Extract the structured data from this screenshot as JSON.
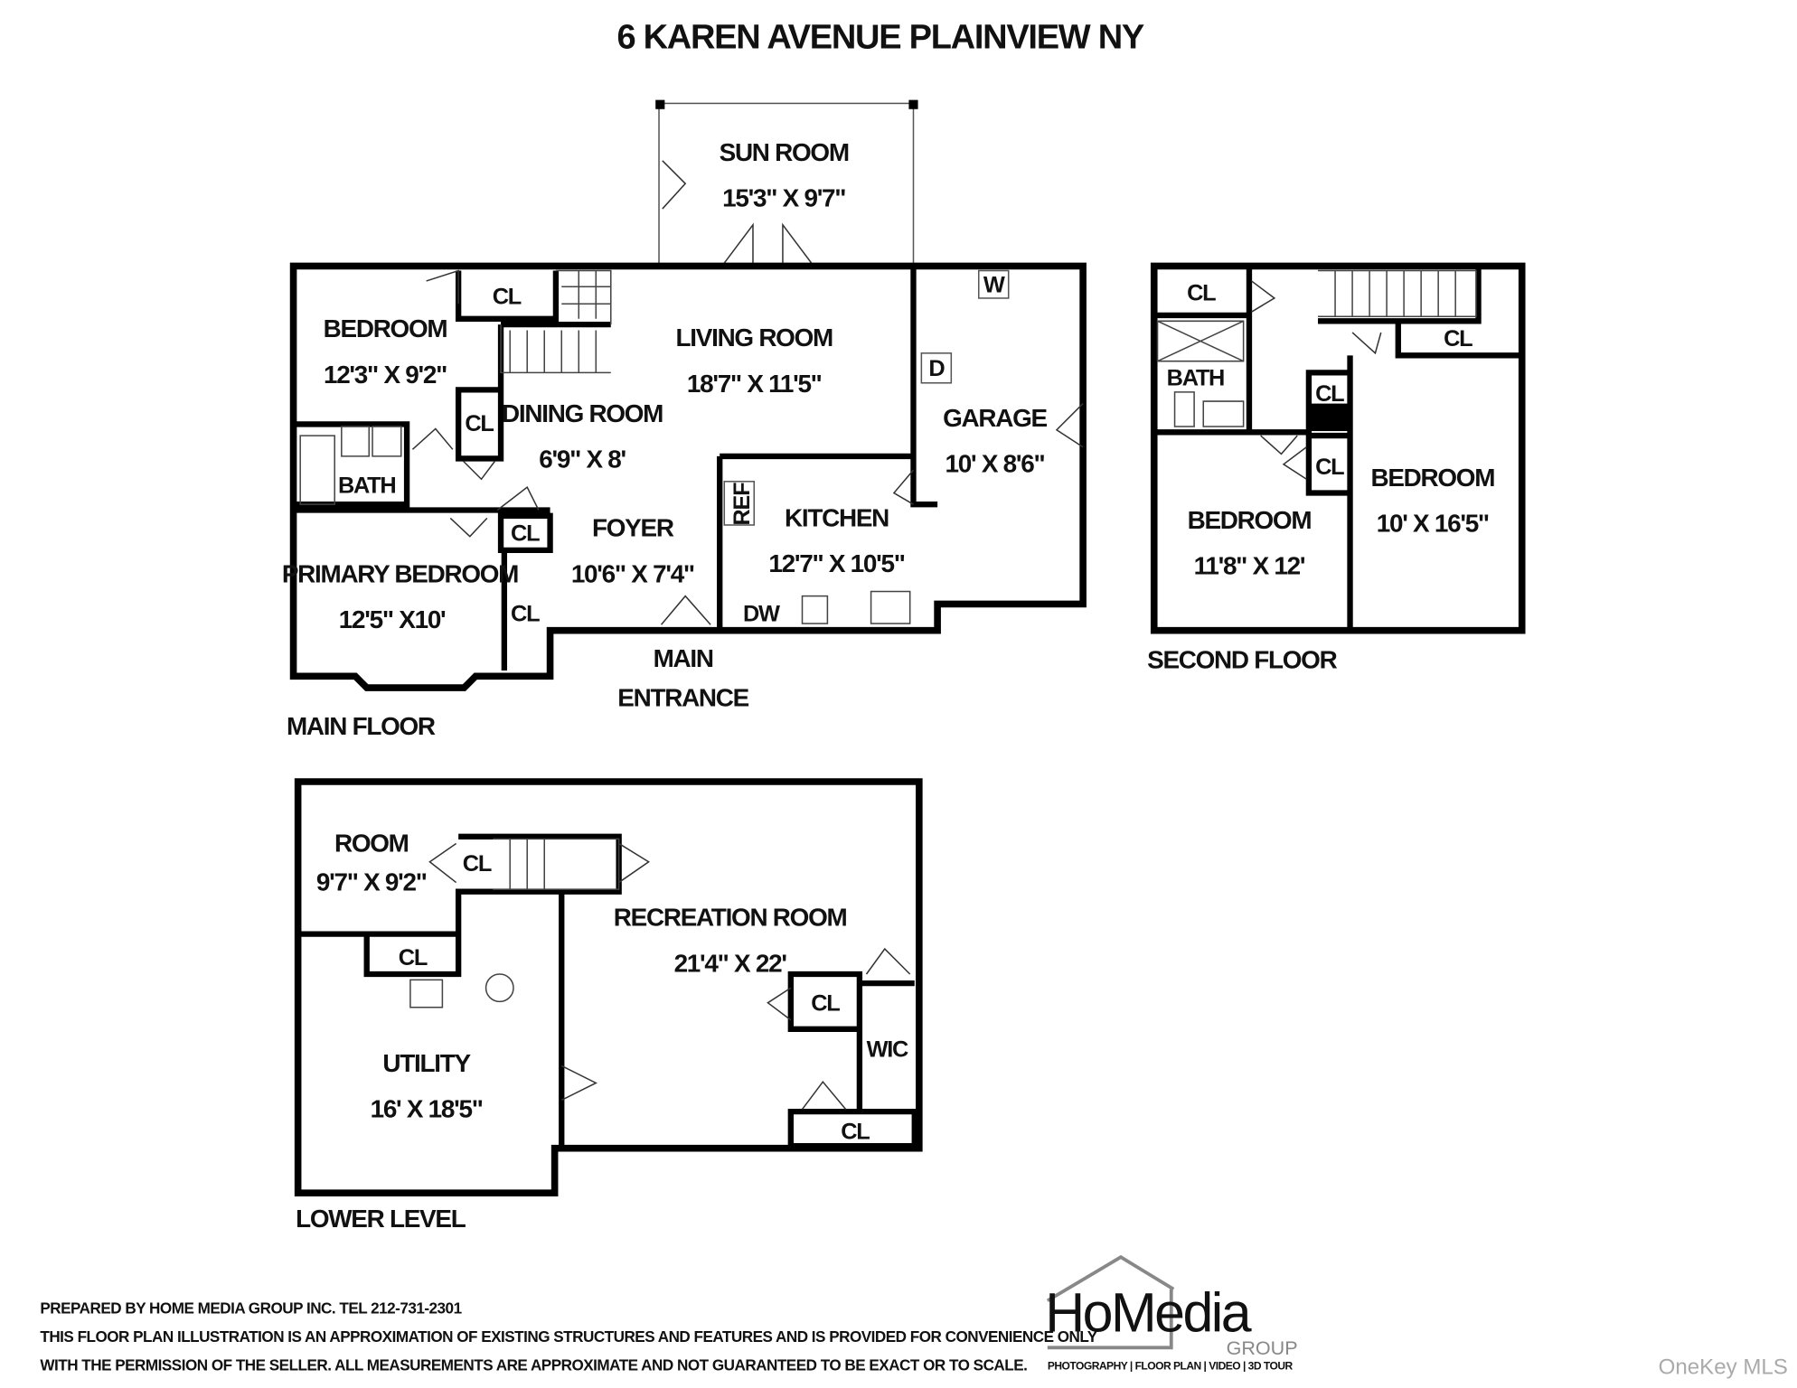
{
  "title": "6 KAREN AVENUE PLAINVIEW NY",
  "main_floor": {
    "label": "MAIN FLOOR",
    "rooms": [
      {
        "name": "SUN ROOM",
        "size": "15'3\" X 9'7\""
      },
      {
        "name": "BEDROOM",
        "size": "12'3\" X 9'2\""
      },
      {
        "name": "LIVING ROOM",
        "size": "18'7\" X 11'5\""
      },
      {
        "name": "DINING ROOM",
        "size": "6'9\" X 8'"
      },
      {
        "name": "GARAGE",
        "size": "10' X 8'6\""
      },
      {
        "name": "KITCHEN",
        "size": "12'7\" X 10'5\""
      },
      {
        "name": "FOYER",
        "size": "10'6\" X 7'4\""
      },
      {
        "name": "PRIMARY BEDROOM",
        "size": "12'5\" X10'"
      }
    ],
    "fixtures": {
      "bath": "BATH",
      "closet": "CL",
      "washer": "W",
      "dryer": "D",
      "refrigerator": "REF",
      "dishwasher": "DW"
    },
    "entrance": [
      "MAIN",
      "ENTRANCE"
    ]
  },
  "second_floor": {
    "label": "SECOND FLOOR",
    "rooms": [
      {
        "name": "BEDROOM",
        "size": "11'8\" X 12'"
      },
      {
        "name": "BEDROOM",
        "size": "10' X 16'5\""
      }
    ],
    "fixtures": {
      "bath": "BATH",
      "closet": "CL"
    }
  },
  "lower_level": {
    "label": "LOWER LEVEL",
    "rooms": [
      {
        "name": "ROOM",
        "size": "9'7\" X 9'2\""
      },
      {
        "name": "RECREATION ROOM",
        "size": "21'4\" X 22'"
      },
      {
        "name": "UTILITY",
        "size": "16' X 18'5\""
      }
    ],
    "fixtures": {
      "closet": "CL",
      "walk_in_closet": "WIC"
    }
  },
  "footer": {
    "lines": [
      "PREPARED BY  HOME MEDIA GROUP INC.  TEL 212-731-2301",
      "THIS FLOOR PLAN ILLUSTRATION IS AN APPROXIMATION OF EXISTING STRUCTURES AND FEATURES AND IS PROVIDED FOR CONVENIENCE ONLY",
      "WITH THE PERMISSION OF THE SELLER. ALL MEASUREMENTS ARE APPROXIMATE AND NOT GUARANTEED TO BE EXACT OR TO SCALE."
    ],
    "logo": {
      "name": "HoMedia",
      "sub": "GROUP",
      "tagline": "PHOTOGRAPHY | FLOOR PLAN | VIDEO | 3D TOUR"
    },
    "watermark": "OneKey MLS"
  }
}
